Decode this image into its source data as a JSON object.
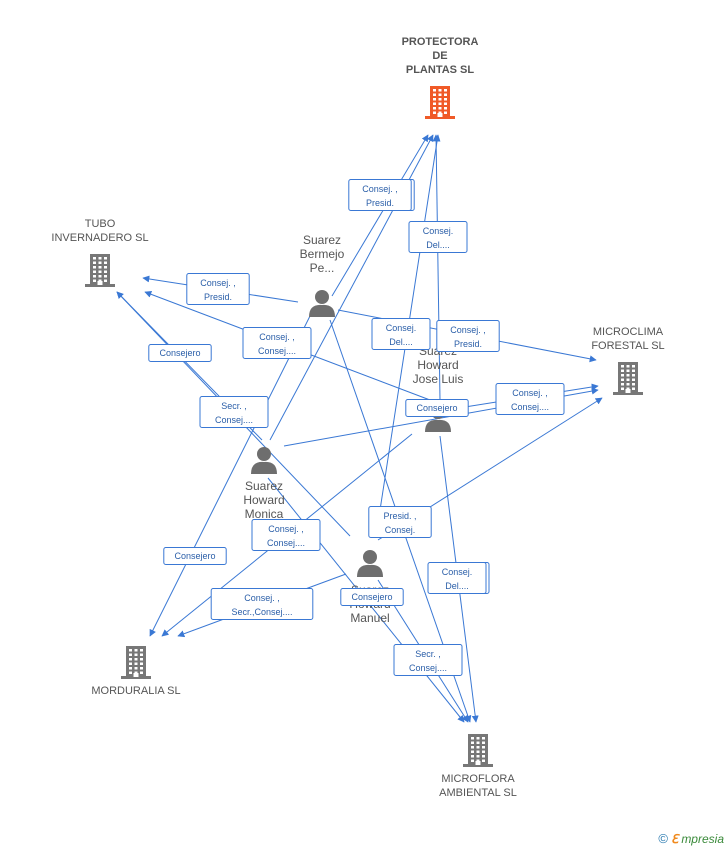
{
  "colors": {
    "edge": "#3a78d4",
    "company_icon": "#777777",
    "company_icon_main": "#f05a28",
    "person_icon": "#6e6e6e",
    "label_text": "#555555"
  },
  "companies": [
    {
      "id": "protectora",
      "lines": [
        "PROTECTORA",
        "DE",
        "PLANTAS SL"
      ],
      "main": true,
      "icon": "building-icon"
    },
    {
      "id": "tubo",
      "lines": [
        "TUBO",
        "INVERNADERO SL"
      ],
      "main": false,
      "icon": "building-icon"
    },
    {
      "id": "microclima",
      "lines": [
        "MICROCLIMA",
        "FORESTAL SL"
      ],
      "main": false,
      "icon": "building-icon"
    },
    {
      "id": "morduralia",
      "lines": [
        "MORDURALIA SL"
      ],
      "main": false,
      "icon": "building-icon"
    },
    {
      "id": "microflora",
      "lines": [
        "MICROFLORA",
        "AMBIENTAL SL"
      ],
      "main": false,
      "icon": "building-icon"
    }
  ],
  "persons": [
    {
      "id": "bermejo",
      "lines": [
        "Suarez",
        "Bermejo",
        "Pe..."
      ],
      "icon": "person-icon"
    },
    {
      "id": "joseluis",
      "lines": [
        "Suarez",
        "Howard",
        "Jose Luis"
      ],
      "icon": "person-icon"
    },
    {
      "id": "monica",
      "lines": [
        "Suarez",
        "Howard",
        "Monica"
      ],
      "icon": "person-icon"
    },
    {
      "id": "manuel",
      "lines": [
        "Suarez",
        "Howard",
        "Manuel"
      ],
      "icon": "person-icon"
    }
  ],
  "edges": [
    {
      "from": "bermejo",
      "to": "protectora",
      "label": [
        "Consej. ,",
        "Presid."
      ]
    },
    {
      "from": "bermejo",
      "to": "tubo",
      "label": [
        "Consej. ,",
        "Presid."
      ]
    },
    {
      "from": "bermejo",
      "to": "microclima",
      "label": [
        "Consej. ,",
        "Presid."
      ]
    },
    {
      "from": "bermejo",
      "to": "morduralia",
      "label": [
        "Consejero"
      ]
    },
    {
      "from": "bermejo",
      "to": "microflora",
      "label": [
        "Consej.",
        "Del...."
      ]
    },
    {
      "from": "joseluis",
      "to": "protectora",
      "label": [
        "Consej.",
        "Del...."
      ]
    },
    {
      "from": "joseluis",
      "to": "tubo",
      "label": [
        "Consej. ,",
        "Consej...."
      ]
    },
    {
      "from": "joseluis",
      "to": "microclima",
      "label": [
        "Consejero"
      ]
    },
    {
      "from": "joseluis",
      "to": "morduralia",
      "label": [
        "Consej. ,",
        "Consej...."
      ]
    },
    {
      "from": "joseluis",
      "to": "microflora",
      "label": [
        "Consej.",
        "Del...."
      ]
    },
    {
      "from": "monica",
      "to": "protectora",
      "label": [
        "Consej. ,",
        "Presid."
      ]
    },
    {
      "from": "monica",
      "to": "tubo",
      "label": [
        "Consejero"
      ]
    },
    {
      "from": "monica",
      "to": "microclima",
      "label": [
        "Consej. ,",
        "Consej...."
      ]
    },
    {
      "from": "monica",
      "to": "microflora",
      "label": [
        "Secr. ,",
        "Consej...."
      ]
    },
    {
      "from": "manuel",
      "to": "protectora",
      "label": [
        "Consej.",
        "Del...."
      ]
    },
    {
      "from": "manuel",
      "to": "tubo",
      "label": [
        "Secr. ,",
        "Consej...."
      ]
    },
    {
      "from": "manuel",
      "to": "microclima",
      "label": [
        "Presid. ,",
        "Consej."
      ]
    },
    {
      "from": "manuel",
      "to": "morduralia",
      "label": [
        "Consej. ,",
        "Secr.,Consej...."
      ]
    },
    {
      "from": "manuel",
      "to": "microflora",
      "label": [
        "Consejero"
      ]
    }
  ],
  "watermark": {
    "symbol": "©",
    "brand_first": "ℇ",
    "brand_rest": "mpresia"
  }
}
